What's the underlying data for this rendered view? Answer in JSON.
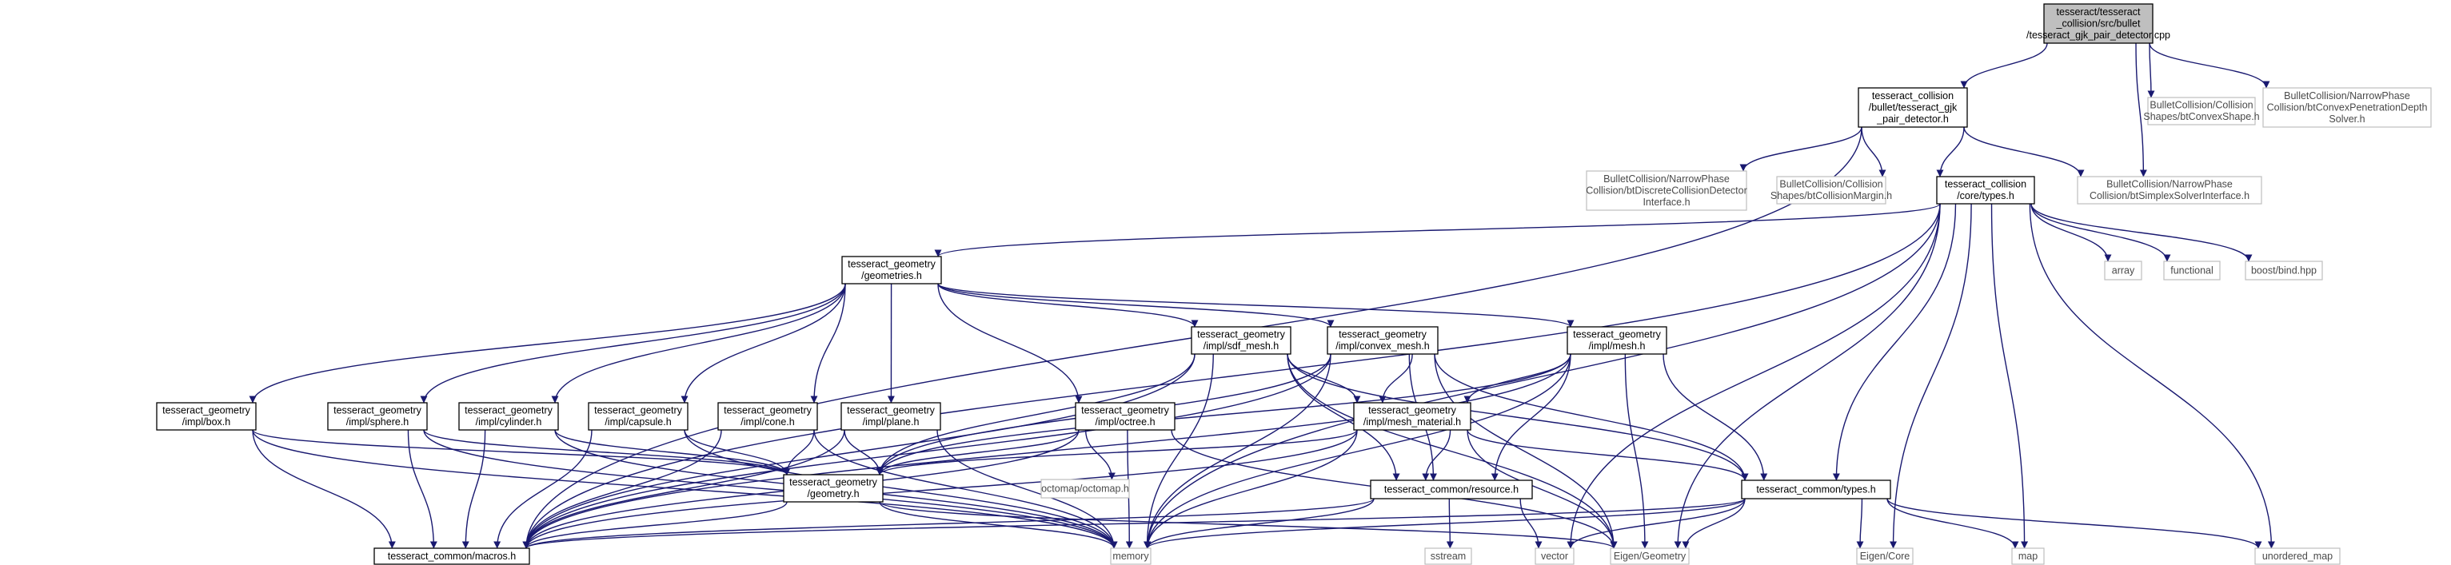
{
  "title": "",
  "colors": {
    "edge": "#191970",
    "root_fill": "#bfbfbf",
    "node_border": "#000000",
    "external_border": "#bfbfbf",
    "external_text": "#4a4a4a"
  },
  "nodes": [
    {
      "id": "root",
      "lines": [
        "tesseract/tesseract",
        "_collision/src/bullet",
        "/tesseract_gjk_pair_detector.cpp"
      ],
      "kind": "root"
    },
    {
      "id": "gjk_h",
      "lines": [
        "tesseract_collision",
        "/bullet/tesseract_gjk",
        "_pair_detector.h"
      ],
      "kind": "internal"
    },
    {
      "id": "convexshape",
      "lines": [
        "BulletCollision/Collision",
        "Shapes/btConvexShape.h"
      ],
      "kind": "external"
    },
    {
      "id": "penetration",
      "lines": [
        "BulletCollision/NarrowPhase",
        "Collision/btConvexPenetrationDepth",
        "Solver.h"
      ],
      "kind": "external"
    },
    {
      "id": "discrete",
      "lines": [
        "BulletCollision/NarrowPhase",
        "Collision/btDiscreteCollisionDetector",
        "Interface.h"
      ],
      "kind": "external"
    },
    {
      "id": "margin",
      "lines": [
        "BulletCollision/Collision",
        "Shapes/btCollisionMargin.h"
      ],
      "kind": "external"
    },
    {
      "id": "core_types",
      "lines": [
        "tesseract_collision",
        "/core/types.h"
      ],
      "kind": "internal"
    },
    {
      "id": "simplex",
      "lines": [
        "BulletCollision/NarrowPhase",
        "Collision/btSimplexSolverInterface.h"
      ],
      "kind": "external"
    },
    {
      "id": "geometries",
      "lines": [
        "tesseract_geometry",
        "/geometries.h"
      ],
      "kind": "internal"
    },
    {
      "id": "array",
      "lines": [
        "array"
      ],
      "kind": "external"
    },
    {
      "id": "functional",
      "lines": [
        "functional"
      ],
      "kind": "external"
    },
    {
      "id": "boostbind",
      "lines": [
        "boost/bind.hpp"
      ],
      "kind": "external"
    },
    {
      "id": "sdf_mesh",
      "lines": [
        "tesseract_geometry",
        "/impl/sdf_mesh.h"
      ],
      "kind": "internal"
    },
    {
      "id": "convex_mesh",
      "lines": [
        "tesseract_geometry",
        "/impl/convex_mesh.h"
      ],
      "kind": "internal"
    },
    {
      "id": "mesh",
      "lines": [
        "tesseract_geometry",
        "/impl/mesh.h"
      ],
      "kind": "internal"
    },
    {
      "id": "box",
      "lines": [
        "tesseract_geometry",
        "/impl/box.h"
      ],
      "kind": "internal"
    },
    {
      "id": "sphere",
      "lines": [
        "tesseract_geometry",
        "/impl/sphere.h"
      ],
      "kind": "internal"
    },
    {
      "id": "cylinder",
      "lines": [
        "tesseract_geometry",
        "/impl/cylinder.h"
      ],
      "kind": "internal"
    },
    {
      "id": "capsule",
      "lines": [
        "tesseract_geometry",
        "/impl/capsule.h"
      ],
      "kind": "internal"
    },
    {
      "id": "cone",
      "lines": [
        "tesseract_geometry",
        "/impl/cone.h"
      ],
      "kind": "internal"
    },
    {
      "id": "plane",
      "lines": [
        "tesseract_geometry",
        "/impl/plane.h"
      ],
      "kind": "internal"
    },
    {
      "id": "octree",
      "lines": [
        "tesseract_geometry",
        "/impl/octree.h"
      ],
      "kind": "internal"
    },
    {
      "id": "mesh_material",
      "lines": [
        "tesseract_geometry",
        "/impl/mesh_material.h"
      ],
      "kind": "internal"
    },
    {
      "id": "octomap",
      "lines": [
        "octomap/octomap.h"
      ],
      "kind": "external"
    },
    {
      "id": "geometry_h",
      "lines": [
        "tesseract_geometry",
        "/geometry.h"
      ],
      "kind": "internal"
    },
    {
      "id": "resource",
      "lines": [
        "tesseract_common/resource.h"
      ],
      "kind": "internal"
    },
    {
      "id": "common_types",
      "lines": [
        "tesseract_common/types.h"
      ],
      "kind": "internal"
    },
    {
      "id": "macros",
      "lines": [
        "tesseract_common/macros.h"
      ],
      "kind": "internal"
    },
    {
      "id": "memory",
      "lines": [
        "memory"
      ],
      "kind": "external"
    },
    {
      "id": "sstream",
      "lines": [
        "sstream"
      ],
      "kind": "external"
    },
    {
      "id": "vector",
      "lines": [
        "vector"
      ],
      "kind": "external"
    },
    {
      "id": "eigen_geometry",
      "lines": [
        "Eigen/Geometry"
      ],
      "kind": "external"
    },
    {
      "id": "eigen_core",
      "lines": [
        "Eigen/Core"
      ],
      "kind": "external"
    },
    {
      "id": "map",
      "lines": [
        "map"
      ],
      "kind": "external"
    },
    {
      "id": "unordered_map",
      "lines": [
        "unordered_map"
      ],
      "kind": "external"
    }
  ],
  "edges": [
    [
      "root",
      "gjk_h"
    ],
    [
      "root",
      "convexshape"
    ],
    [
      "root",
      "penetration"
    ],
    [
      "root",
      "simplex"
    ],
    [
      "gjk_h",
      "macros"
    ],
    [
      "gjk_h",
      "discrete"
    ],
    [
      "gjk_h",
      "margin"
    ],
    [
      "gjk_h",
      "core_types"
    ],
    [
      "gjk_h",
      "simplex"
    ],
    [
      "core_types",
      "geometries"
    ],
    [
      "core_types",
      "array"
    ],
    [
      "core_types",
      "functional"
    ],
    [
      "core_types",
      "boostbind"
    ],
    [
      "core_types",
      "unordered_map"
    ],
    [
      "core_types",
      "map"
    ],
    [
      "core_types",
      "eigen_core"
    ],
    [
      "core_types",
      "eigen_geometry"
    ],
    [
      "core_types",
      "vector"
    ],
    [
      "core_types",
      "common_types"
    ],
    [
      "core_types",
      "memory"
    ],
    [
      "core_types",
      "macros"
    ],
    [
      "geometries",
      "box"
    ],
    [
      "geometries",
      "sphere"
    ],
    [
      "geometries",
      "cylinder"
    ],
    [
      "geometries",
      "capsule"
    ],
    [
      "geometries",
      "cone"
    ],
    [
      "geometries",
      "plane"
    ],
    [
      "geometries",
      "octree"
    ],
    [
      "geometries",
      "sdf_mesh"
    ],
    [
      "geometries",
      "convex_mesh"
    ],
    [
      "geometries",
      "mesh"
    ],
    [
      "box",
      "geometry_h"
    ],
    [
      "box",
      "macros"
    ],
    [
      "box",
      "memory"
    ],
    [
      "sphere",
      "geometry_h"
    ],
    [
      "sphere",
      "macros"
    ],
    [
      "sphere",
      "memory"
    ],
    [
      "cylinder",
      "geometry_h"
    ],
    [
      "cylinder",
      "macros"
    ],
    [
      "cylinder",
      "memory"
    ],
    [
      "capsule",
      "geometry_h"
    ],
    [
      "capsule",
      "macros"
    ],
    [
      "capsule",
      "memory"
    ],
    [
      "cone",
      "geometry_h"
    ],
    [
      "cone",
      "macros"
    ],
    [
      "cone",
      "memory"
    ],
    [
      "plane",
      "geometry_h"
    ],
    [
      "plane",
      "macros"
    ],
    [
      "plane",
      "memory"
    ],
    [
      "octree",
      "geometry_h"
    ],
    [
      "octree",
      "octomap"
    ],
    [
      "octree",
      "memory"
    ],
    [
      "octree",
      "eigen_geometry"
    ],
    [
      "octree",
      "macros"
    ],
    [
      "sdf_mesh",
      "geometry_h"
    ],
    [
      "sdf_mesh",
      "mesh_material"
    ],
    [
      "sdf_mesh",
      "resource"
    ],
    [
      "sdf_mesh",
      "common_types"
    ],
    [
      "sdf_mesh",
      "eigen_geometry"
    ],
    [
      "sdf_mesh",
      "memory"
    ],
    [
      "sdf_mesh",
      "macros"
    ],
    [
      "convex_mesh",
      "geometry_h"
    ],
    [
      "convex_mesh",
      "mesh_material"
    ],
    [
      "convex_mesh",
      "resource"
    ],
    [
      "convex_mesh",
      "common_types"
    ],
    [
      "convex_mesh",
      "eigen_geometry"
    ],
    [
      "convex_mesh",
      "memory"
    ],
    [
      "convex_mesh",
      "macros"
    ],
    [
      "mesh",
      "geometry_h"
    ],
    [
      "mesh",
      "mesh_material"
    ],
    [
      "mesh",
      "resource"
    ],
    [
      "mesh",
      "common_types"
    ],
    [
      "mesh",
      "eigen_geometry"
    ],
    [
      "mesh",
      "memory"
    ],
    [
      "mesh",
      "macros"
    ],
    [
      "mesh_material",
      "geometry_h"
    ],
    [
      "mesh_material",
      "resource"
    ],
    [
      "mesh_material",
      "common_types"
    ],
    [
      "mesh_material",
      "eigen_geometry"
    ],
    [
      "mesh_material",
      "memory"
    ],
    [
      "mesh_material",
      "macros"
    ],
    [
      "geometry_h",
      "macros"
    ],
    [
      "geometry_h",
      "memory"
    ],
    [
      "geometry_h",
      "eigen_geometry"
    ],
    [
      "resource",
      "macros"
    ],
    [
      "resource",
      "memory"
    ],
    [
      "resource",
      "sstream"
    ],
    [
      "resource",
      "vector"
    ],
    [
      "common_types",
      "macros"
    ],
    [
      "common_types",
      "vector"
    ],
    [
      "common_types",
      "memory"
    ],
    [
      "common_types",
      "map"
    ],
    [
      "common_types",
      "unordered_map"
    ],
    [
      "common_types",
      "eigen_core"
    ],
    [
      "common_types",
      "eigen_geometry"
    ]
  ]
}
